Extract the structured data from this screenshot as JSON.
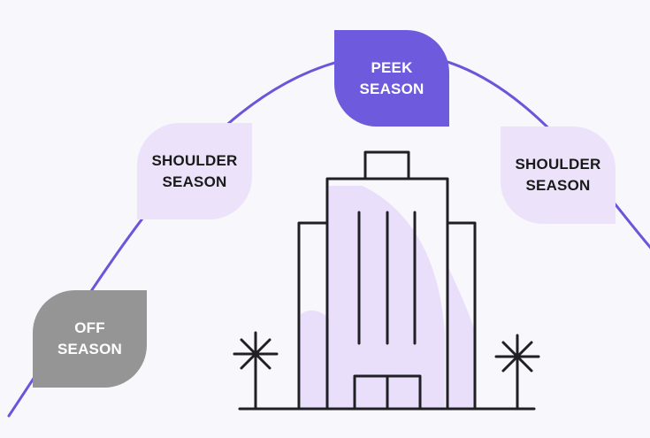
{
  "stages": {
    "off": {
      "line1": "OFF",
      "line2": "SEASON"
    },
    "shoulder_left": {
      "line1": "SHOULDER",
      "line2": "SEASON"
    },
    "peak": {
      "line1": "PEEK",
      "line2": "SEASON"
    },
    "shoulder_right": {
      "line1": "SHOULDER",
      "line2": "SEASON"
    }
  },
  "colors": {
    "background": "#f8f8fc",
    "curve": "#6b55d9",
    "off_fill": "#959595",
    "off_text": "#ffffff",
    "shoulder_fill": "#ece3fb",
    "shoulder_text": "#1a1a1a",
    "peak_fill": "#6e5add",
    "peak_text": "#ffffff",
    "outline": "#1f1f24",
    "building_tint": "#e9dffb"
  },
  "icons": [
    "hotel-building-icon",
    "palm-tree-icon"
  ]
}
